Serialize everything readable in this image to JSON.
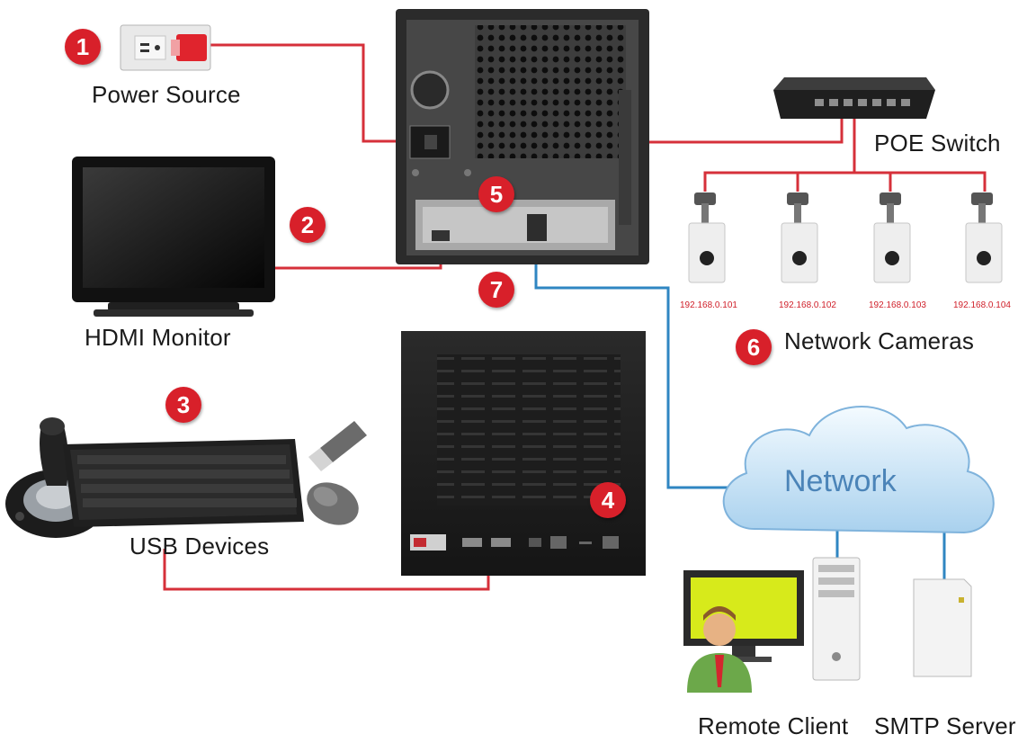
{
  "labels": {
    "power_source": "Power Source",
    "hdmi_monitor": "HDMI Monitor",
    "usb_devices": "USB Devices",
    "poe_switch": "POE Switch",
    "network_cameras": "Network Cameras",
    "network": "Network",
    "remote_client": "Remote Client",
    "smtp_server": "SMTP Server"
  },
  "badges": [
    "1",
    "2",
    "3",
    "4",
    "5",
    "6",
    "7"
  ],
  "camera_ips": [
    "192.168.0.101",
    "192.168.0.102",
    "192.168.0.103",
    "192.168.0.104"
  ],
  "colors": {
    "power_cable": "#d6303a",
    "network_cable": "#2f86c2",
    "badge": "#d8202a",
    "cloud": "#bcdcf2"
  }
}
